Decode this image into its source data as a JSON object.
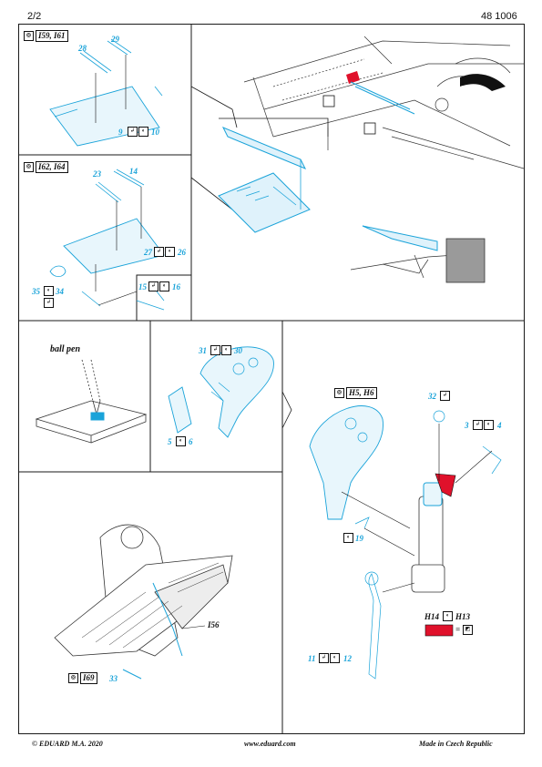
{
  "header": {
    "page": "2/2",
    "code": "48 1006"
  },
  "footer": {
    "copyright": "© EDUARD  M.A. 2020",
    "url": "www.eduard.com",
    "origin": "Made in Czech Republic"
  },
  "steps": {
    "a": {
      "ref": "I59, I61",
      "parts": [
        "28",
        "29",
        "9",
        "10"
      ]
    },
    "b": {
      "ref": "I62, I64",
      "parts": [
        "23",
        "14",
        "27",
        "26",
        "35",
        "34",
        "15",
        "16"
      ]
    },
    "c": {
      "note": "ball pen"
    },
    "d": {
      "parts": [
        "31",
        "30",
        "5",
        "6"
      ]
    },
    "e": {
      "ref": "H5, H6",
      "parts": [
        "32",
        "3",
        "4",
        "19",
        "11",
        "12"
      ],
      "paint_a": "H14",
      "paint_b": "H13"
    },
    "f": {
      "ref": "I69",
      "callout": "I56",
      "parts": [
        "33"
      ]
    }
  },
  "colors": {
    "pe": "#1aa3d9",
    "red": "#e0112b",
    "grey": "#9a9a9a"
  },
  "icons": [
    "bend-icon",
    "fold-icon",
    "step-icon"
  ]
}
